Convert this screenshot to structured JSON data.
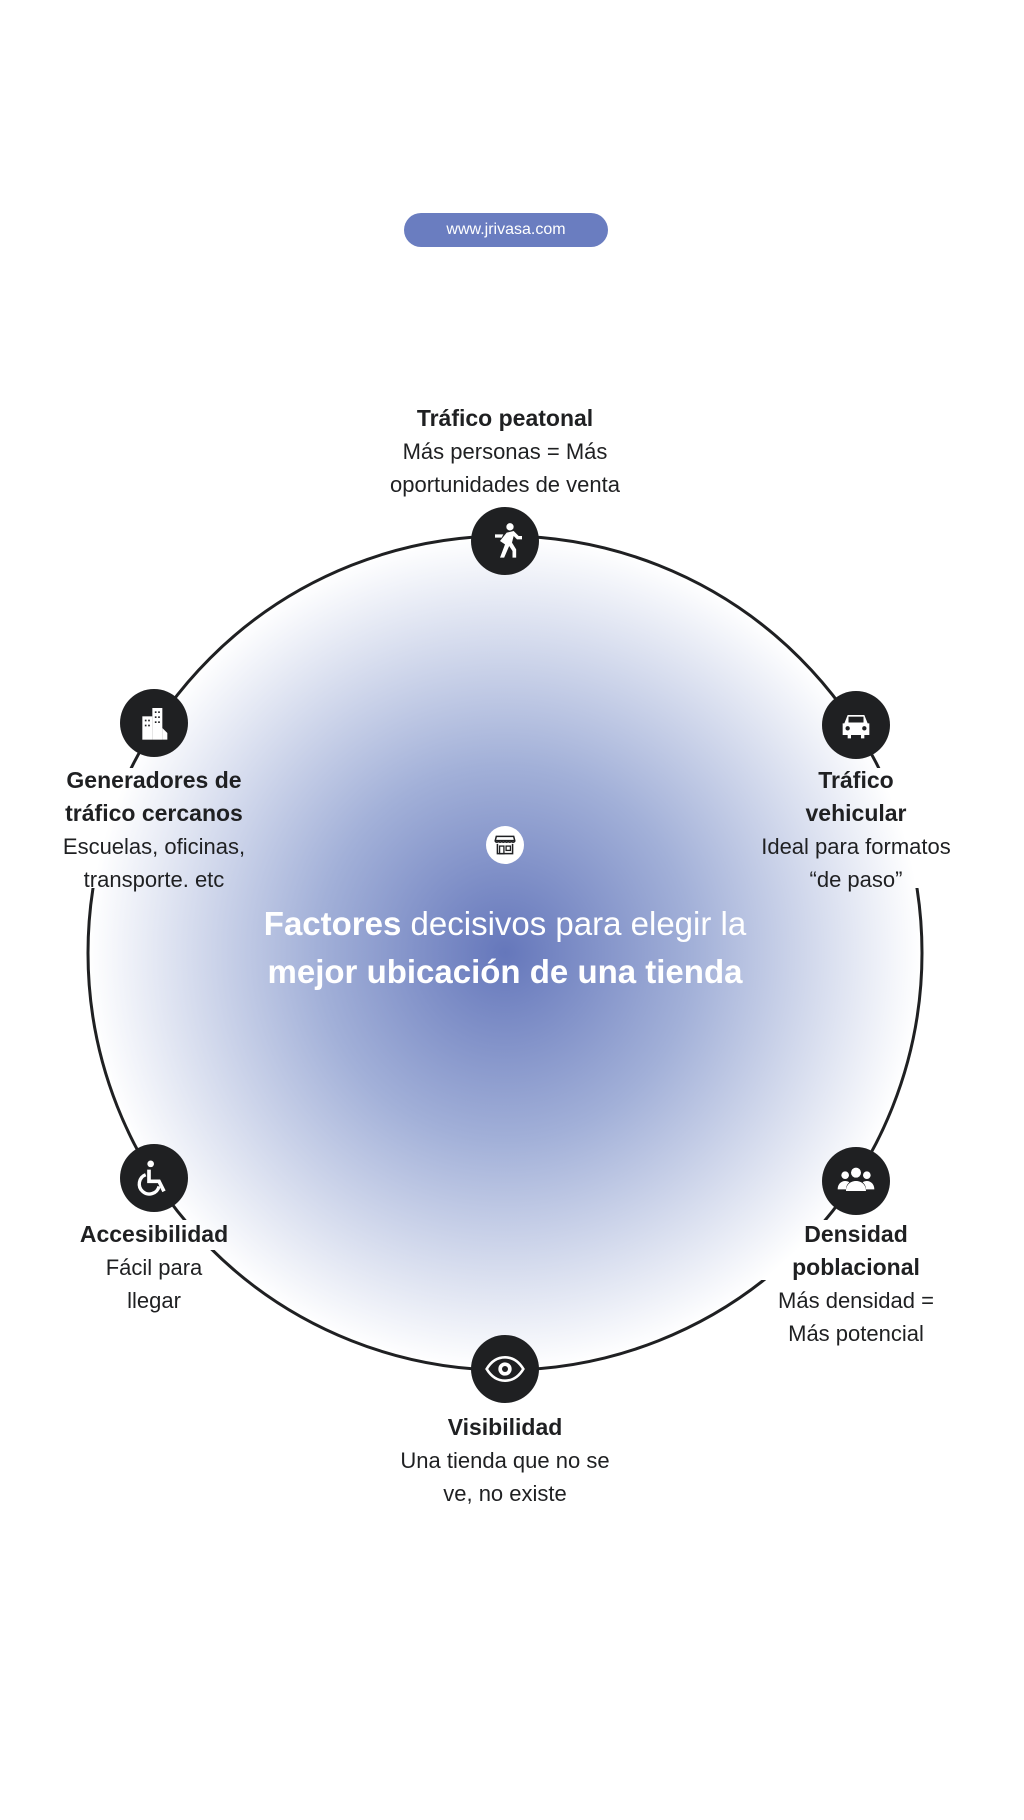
{
  "header": {
    "website": "www.jrivasa.com"
  },
  "center": {
    "title_bold_1": "Factores",
    "title_regular_1": " decisivos para elegir la ",
    "title_bold_2": "mejor ubicación de una tienda",
    "icon": "store-icon"
  },
  "factors": [
    {
      "title": "Tráfico peatonal",
      "description": "Más personas = Más oportunidades de venta",
      "icon": "walking-person-icon"
    },
    {
      "title": "Tráfico vehicular",
      "description": "Ideal para formatos “de paso”",
      "icon": "car-icon"
    },
    {
      "title": "Densidad poblacional",
      "description": "Más densidad = Más potencial",
      "icon": "people-group-icon"
    },
    {
      "title": "Visibilidad",
      "description": "Una tienda que no se ve, no existe",
      "icon": "eye-icon"
    },
    {
      "title": "Accesibilidad",
      "description": "Fácil para llegar",
      "icon": "wheelchair-icon"
    },
    {
      "title": "Generadores de tráfico cercanos",
      "description": "Escuelas, oficinas, transporte. etc",
      "icon": "buildings-icon"
    }
  ],
  "colors": {
    "accent": "#6a7dc0",
    "dark": "#1f2022",
    "gradient_center": "#6577bb"
  }
}
